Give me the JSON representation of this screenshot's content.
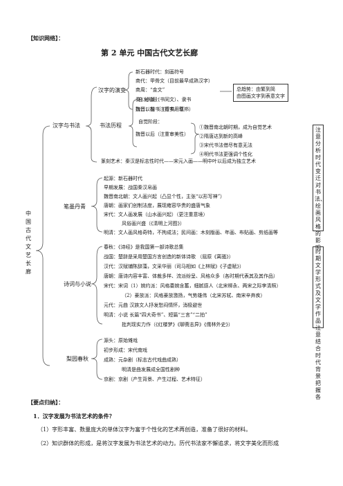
{
  "header": {
    "tag": "【知识网络】：",
    "title": "第 2 单元    中国古代文艺长廊"
  },
  "side": {
    "root": "中国古代文艺长廊"
  },
  "branch1": {
    "label": "汉字与书法",
    "hanzi": {
      "label": "汉字的演变",
      "items": [
        "新石器时代：刻画符号",
        "商代：甲骨文（目前最早成熟汉字）",
        "商周：“金文”",
        "秦：小篆（书同文）、隶书",
        "魏晋：楷书（行书、草书）"
      ],
      "box": [
        "总趋势：由繁到简",
        "由图画文字到表意文字"
      ]
    },
    "shufa": {
      "label": "书法历程",
      "left": [
        "自发阶段：",
        "魏晋以前（注重实用性）",
        "自觉阶段：",
        "魏晋以后（注重审美性）"
      ],
      "right": [
        "①魏晋南北朝时期，成为自觉艺术",
        "②隋唐达到新的高峰",
        "③宋代书法借尽有意无法",
        "④明代书法更强调个性化"
      ]
    },
    "zhuanke": "篆刻艺术：秦汉是标志性时代——宋元入画——明中叶以后成为独立艺术"
  },
  "branch2": {
    "label": "笔墨丹青",
    "items": [
      "起源：新石器时代",
      "早期发展：战国秦汉帛画",
      "魏晋南北朝：文人画兴起（凸显个性，主张“以形写神”）",
      "唐朝：画家们创制法度，展现雍容华贵的盛唐气象",
      "宋代：文人画发展（山水画兴起）（更注重意境）",
      "风俗画兴盛（《清明上河图》）",
      "明清：文人画风格奇特，不拘成法；民间画：木刻版画、年画、布贴画、剪纸画等"
    ]
  },
  "note1": "注意分析时代变迁对书法、绘画风格的影响",
  "branch3": {
    "label": "诗词与小说",
    "items": [
      "春秋：《诗经》是我国第一部诗歌总集",
      "战国：楚辞是采用楚国方言创造的新体诗歌 （屈原《离骚》）",
      "汉代：汉赋铺陈辞藻，文采华丽（司马相如《上林赋》《子虚赋》）",
      "唐朝：唐诗内容丰富、体裁多样、流派纷呈、风格众多（各时期代表其及其作品）",
      "宋代：宋词（1）婉约派：风格委婉含蓄，细腻感人（北宋柳永、两宋之际李清照）",
      "（2）豪放派：风格豪放激扬，气势雄伟（北宋苏轼、南宋辛弃疾）",
      "元代：元曲 汉族文人抒发愁闷情怀，消极避世",
      "明清：小说 长篇“四大奇书”、短篇“三言”“二拍”",
      "批判现实力作（《红楼梦》《聊斋志异》《儒林外史》）"
    ]
  },
  "note2": "时期文学形式及文学作品注意结合时代背景把握各",
  "branch4": {
    "label": "梨园春秋",
    "items": [
      "源头：原始傩戏",
      "初步形成：宋代南戏",
      "成熟：元杂剧（标志古代戏曲成熟）",
      "明清是曲发展成全国性剧种",
      "京剧：京剧（产生背景、产生过程、艺术特征）"
    ]
  },
  "summary": {
    "tag": "【要点归纳】：",
    "q1": "1．汉字发展为书法艺术的条件？",
    "p1": "（1）字形丰富、数量庞大的单体汉字为富于个性化的艺术再创造，准备了很好的材料。",
    "p2": "（2）知识群体的形成，是将汉字发展为书法艺术的动力。历代书法家不懈追求，将文字美化而形成"
  }
}
